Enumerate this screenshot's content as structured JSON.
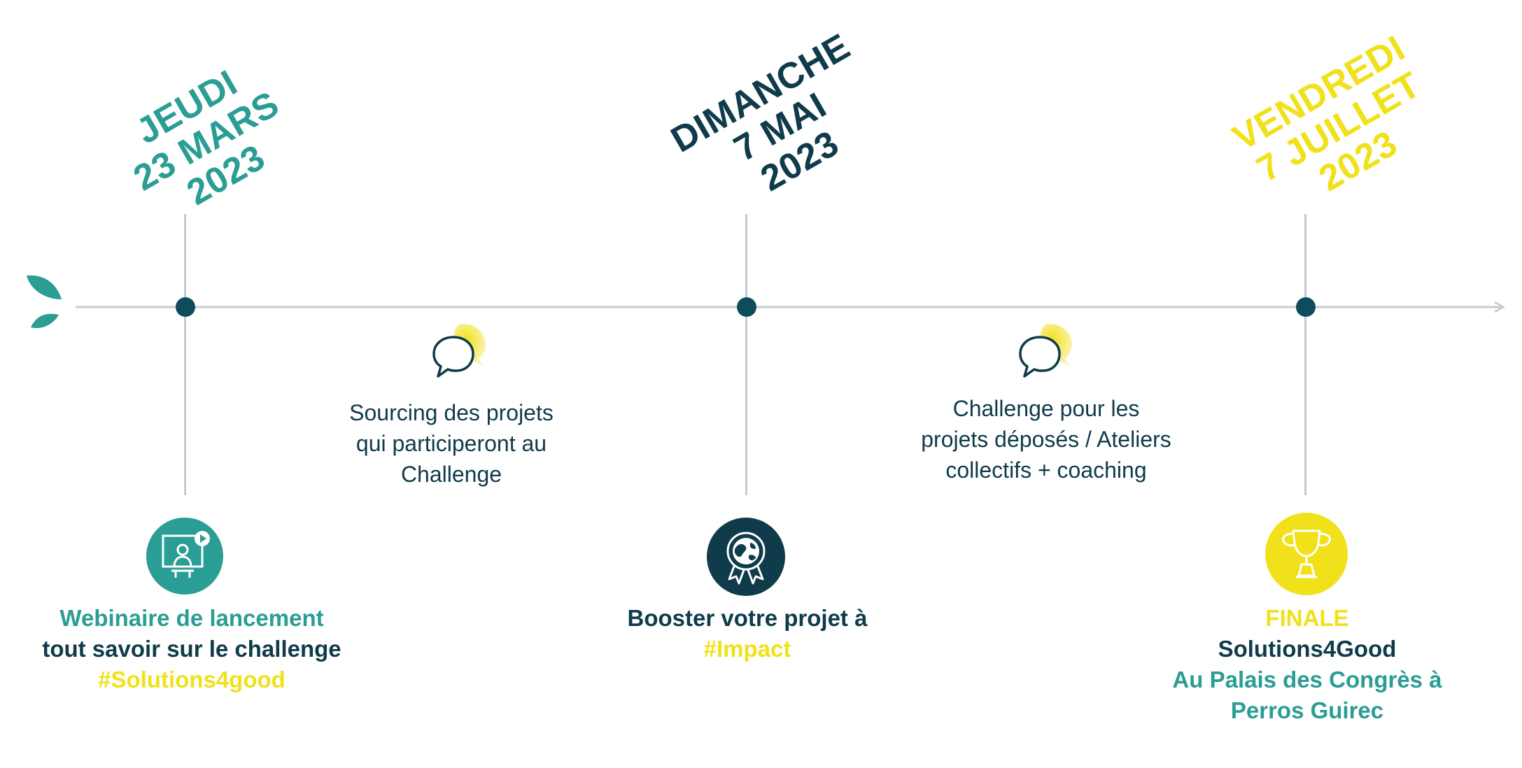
{
  "colors": {
    "teal": "#2a9d94",
    "navy": "#0f3b4a",
    "yellow": "#f1e11a",
    "line": "#c4ccd3",
    "dot": "#0e4b5b"
  },
  "dates": [
    {
      "line1": "JEUDI",
      "line2": "23 MARS",
      "line3": "2023"
    },
    {
      "line1": "DIMANCHE",
      "line2": "7 MAI",
      "line3": "2023"
    },
    {
      "line1": "VENDREDI",
      "line2": "7 JUILLET",
      "line3": "2023"
    }
  ],
  "phases": [
    {
      "icon": "speech-bubble-icon",
      "line1": "Sourcing des projets",
      "line2": "qui participeront au",
      "line3": "Challenge"
    },
    {
      "icon": "speech-bubble-icon",
      "line1": "Challenge pour les",
      "line2": "projets déposés / Ateliers",
      "line3": "collectifs + coaching"
    }
  ],
  "milestones": [
    {
      "icon": "webinar-screen-icon",
      "line1": "Webinaire de lancement",
      "line2": "tout savoir sur le challenge",
      "line3": "#Solutions4good"
    },
    {
      "icon": "globe-award-icon",
      "line1": "Booster votre projet à",
      "line2": "#Impact"
    },
    {
      "icon": "trophy-icon",
      "line1": "FINALE",
      "line2": "Solutions4Good",
      "line3": "Au Palais des Congrès à",
      "line4": "Perros Guirec"
    }
  ]
}
